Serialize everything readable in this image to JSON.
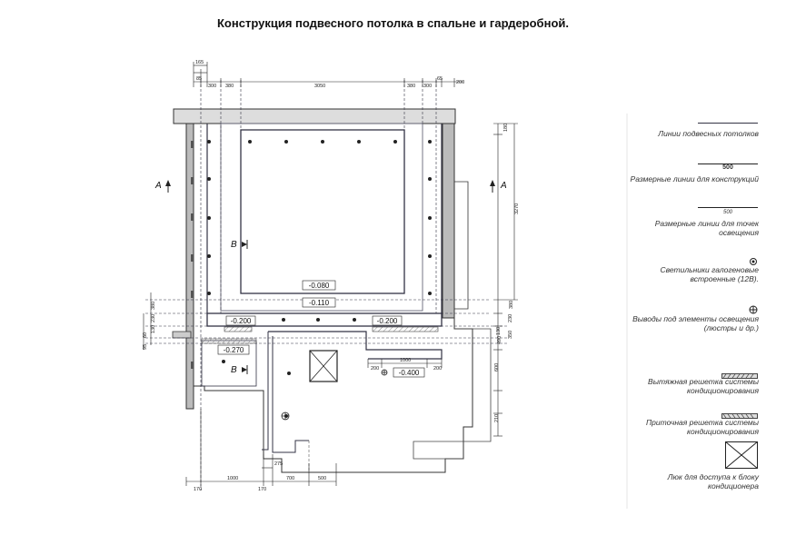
{
  "title": "Конструкция подвесного потолка в спальне и гардеробной.",
  "levels": {
    "l080": "-0.080",
    "l110": "-0.110",
    "l200a": "-0.200",
    "l200b": "-0.200",
    "l270": "-0.270",
    "l400": "-0.400"
  },
  "sections": {
    "a_left": "A",
    "a_right": "A",
    "b1": "B",
    "b2": "B"
  },
  "dims": {
    "top": [
      "165",
      "85",
      "300",
      "380",
      "3050",
      "380",
      "300",
      "65",
      "200"
    ],
    "right": [
      "180",
      "3270",
      "380",
      "230",
      "130",
      "490",
      "350",
      "600",
      "210"
    ],
    "left": [
      "380",
      "230",
      "130",
      "60",
      "95"
    ],
    "bottom_inner": [
      "200",
      "1000",
      "200"
    ],
    "bottom": [
      "170",
      "1000",
      "170",
      "275",
      "700",
      "500"
    ]
  },
  "legend": {
    "susp_lines": "Линии подвесных потолков",
    "dim_constr_value": "500",
    "dim_constr": "Размерные линии для конструкций",
    "dim_light_value": "500",
    "dim_light": "Размерные линии для точек освещения",
    "halogen": "Светильники галогеновые встроенные (12В).",
    "outlets": "Выводы под элементы освещения (люстры и др.)",
    "exhaust": "Вытяжная решетка системы кондиционирования",
    "supply": "Приточная решетка системы кондиционирования",
    "hatch": "Люк для доступа к блоку кондиционера"
  }
}
